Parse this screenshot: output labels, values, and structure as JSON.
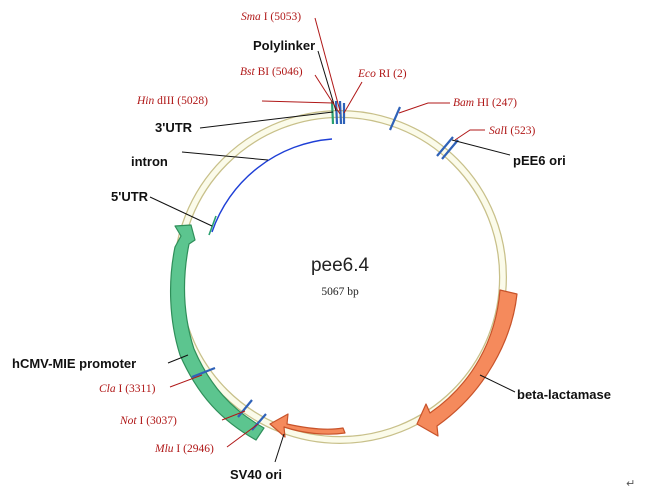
{
  "plasmid": {
    "name": "pee6.4",
    "size": "5067 bp"
  },
  "features": [
    {
      "id": "polylinker",
      "label": "Polylinker"
    },
    {
      "id": "utr3",
      "label": "3'UTR"
    },
    {
      "id": "intron",
      "label": "intron"
    },
    {
      "id": "utr5",
      "label": "5'UTR"
    },
    {
      "id": "pee6ori",
      "label": "pEE6 ori"
    },
    {
      "id": "hcmv",
      "label": "hCMV-MIE promoter"
    },
    {
      "id": "betalac",
      "label": "beta-lactamase"
    },
    {
      "id": "sv40",
      "label": "SV40 ori"
    }
  ],
  "restriction_sites": [
    {
      "enzyme": "Sma",
      "suffix": "I",
      "position": "(5053)"
    },
    {
      "enzyme": "Bst",
      "suffix": "BI",
      "position": "(5046)"
    },
    {
      "enzyme": "Eco",
      "suffix": "RI",
      "position": "(2)"
    },
    {
      "enzyme": "Hin",
      "suffix": "dIII",
      "position": "(5028)"
    },
    {
      "enzyme": "Bam",
      "suffix": "HI",
      "position": "(247)"
    },
    {
      "enzyme": "Sal",
      "suffix": "I",
      "position": "(523)"
    },
    {
      "enzyme": "Cla",
      "suffix": "I",
      "position": "(3311)"
    },
    {
      "enzyme": "Not",
      "suffix": "I",
      "position": "(3037)"
    },
    {
      "enzyme": "Mlu",
      "suffix": "I",
      "position": "(2946)"
    }
  ],
  "colors": {
    "backbone_outer": "#c8c08a",
    "backbone_fill": "#fbfbea",
    "promoter": "#5cc58f",
    "promoter_stroke": "#2f8f5a",
    "orange": "#f58a5c",
    "orange_stroke": "#c8532a",
    "site": "#2f62b8",
    "intron": "#1e3fd6",
    "leader_red": "#b01818"
  },
  "corner_mark": "↵"
}
